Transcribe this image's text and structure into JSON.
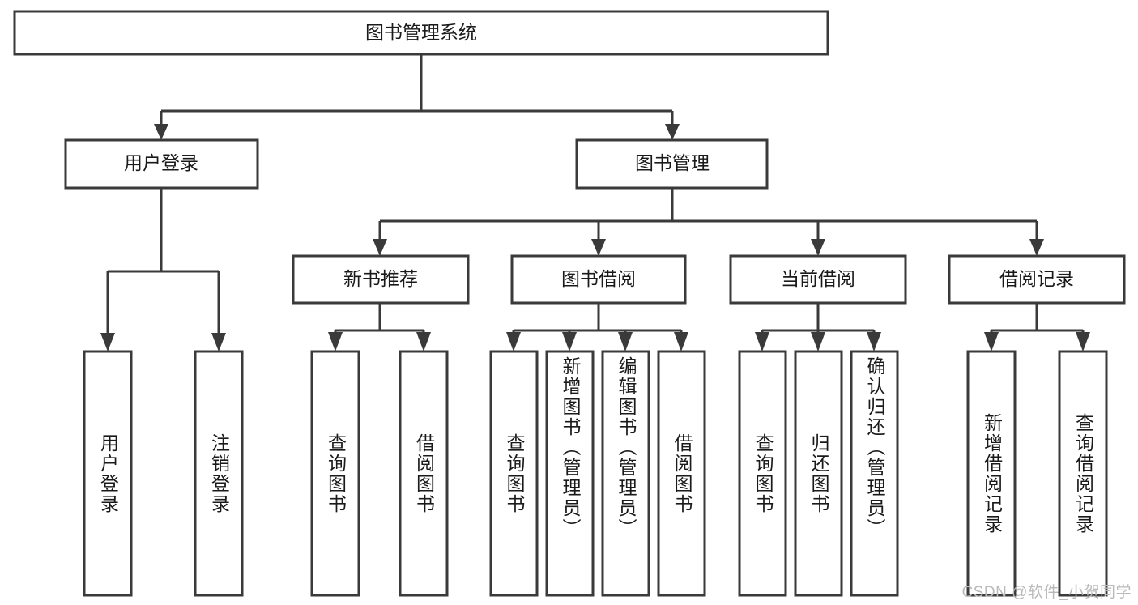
{
  "diagram": {
    "type": "tree",
    "title": "图书管理系统",
    "watermark": "CSDN @软件_小贺同学",
    "colors": {
      "stroke": "#3a3a3a",
      "fill": "#ffffff",
      "text": "#1a1a1a",
      "watermark": "#b9b9b9"
    },
    "root": {
      "label": "图书管理系统"
    },
    "level2": [
      {
        "label": "用户登录"
      },
      {
        "label": "图书管理"
      }
    ],
    "level3": [
      {
        "label": "新书推荐"
      },
      {
        "label": "图书借阅"
      },
      {
        "label": "当前借阅"
      },
      {
        "label": "借阅记录"
      }
    ],
    "leaves": {
      "user_login": [
        {
          "label": "用户登录"
        },
        {
          "label": "注销登录"
        }
      ],
      "new_book": [
        {
          "label": "查询图书"
        },
        {
          "label": "借阅图书"
        }
      ],
      "book_borrow": [
        {
          "label": "查询图书"
        },
        {
          "label": "新增图书（管理员）"
        },
        {
          "label": "编辑图书（管理员）"
        },
        {
          "label": "借阅图书"
        }
      ],
      "current_borrow": [
        {
          "label": "查询图书"
        },
        {
          "label": "归还图书"
        },
        {
          "label": "确认归还（管理员）"
        }
      ],
      "borrow_record": [
        {
          "label": "新增借阅记录"
        },
        {
          "label": "查询借阅记录"
        }
      ]
    }
  }
}
